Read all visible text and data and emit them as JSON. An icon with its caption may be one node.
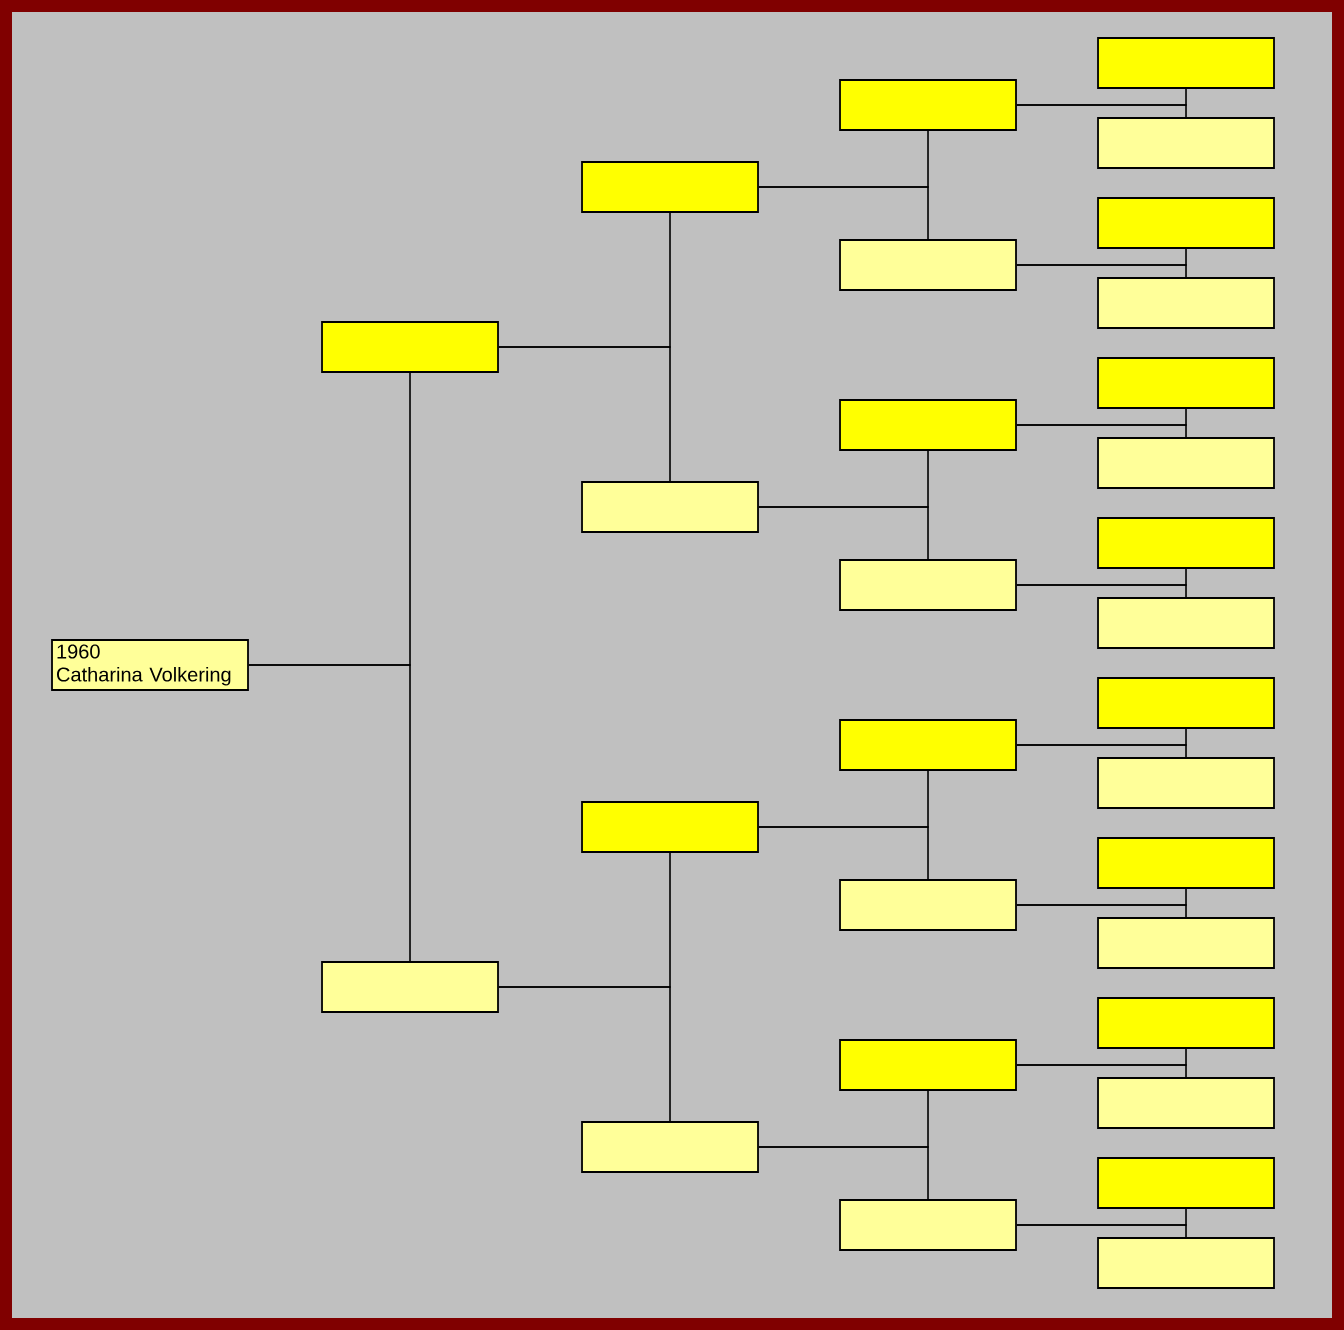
{
  "diagram": {
    "nodes": [
      {
        "text": [
          "1960",
          "Catharina Volkering"
        ]
      },
      {
        "text": [],
        "shape": "box"
      },
      {
        "text": [],
        "shape": "box"
      },
      {
        "text": [],
        "shape": "box"
      },
      {
        "text": [],
        "shape": "box"
      },
      {
        "text": [],
        "shape": "box"
      },
      {
        "text": [],
        "shape": "box"
      },
      {
        "text": [],
        "shape": "box"
      },
      {
        "text": [],
        "shape": "box"
      },
      {
        "text": [],
        "shape": "box"
      },
      {
        "text": [],
        "shape": "box"
      },
      {
        "text": [],
        "shape": "box"
      },
      {
        "text": [],
        "shape": "box"
      },
      {
        "text": [],
        "shape": "box"
      },
      {
        "text": [],
        "shape": "box"
      },
      {
        "text": [],
        "shape": "box"
      },
      {
        "text": [],
        "shape": "box"
      },
      {
        "text": [],
        "shape": "box"
      },
      {
        "text": [],
        "shape": "box"
      },
      {
        "text": [],
        "shape": "box"
      },
      {
        "text": [],
        "shape": "box"
      },
      {
        "text": [],
        "shape": "box"
      },
      {
        "text": [],
        "shape": "box"
      },
      {
        "text": [],
        "shape": "box"
      },
      {
        "text": [],
        "shape": "box"
      },
      {
        "text": [],
        "shape": "box"
      },
      {
        "text": [],
        "shape": "box"
      },
      {
        "text": [],
        "shape": "box"
      },
      {
        "text": [],
        "shape": "box"
      },
      {
        "text": [],
        "shape": "box"
      },
      {
        "text": [],
        "shape": "box"
      }
    ],
    "edges": [
      {
        "from": 0,
        "to": 1,
        "arrow": "none"
      },
      {
        "from": 0,
        "to": 2,
        "arrow": "none"
      },
      {
        "from": 1,
        "to": 3,
        "arrow": "none"
      },
      {
        "from": 1,
        "to": 4,
        "arrow": "none"
      },
      {
        "from": 2,
        "to": 5,
        "arrow": "none"
      },
      {
        "from": 2,
        "to": 6,
        "arrow": "none"
      },
      {
        "from": 3,
        "to": 7,
        "arrow": "none"
      },
      {
        "from": 3,
        "to": 8,
        "arrow": "none"
      },
      {
        "from": 4,
        "to": 9,
        "arrow": "none"
      },
      {
        "from": 4,
        "to": 10,
        "arrow": "none"
      },
      {
        "from": 5,
        "to": 11,
        "arrow": "none"
      },
      {
        "from": 5,
        "to": 12,
        "arrow": "none"
      },
      {
        "from": 6,
        "to": 13,
        "arrow": "none"
      },
      {
        "from": 6,
        "to": 14,
        "arrow": "none"
      },
      {
        "from": 7,
        "to": 15,
        "arrow": "none"
      },
      {
        "from": 7,
        "to": 16,
        "arrow": "none"
      },
      {
        "from": 8,
        "to": 17,
        "arrow": "none"
      },
      {
        "from": 8,
        "to": 18,
        "arrow": "none"
      },
      {
        "from": 9,
        "to": 19,
        "arrow": "none"
      },
      {
        "from": 9,
        "to": 20,
        "arrow": "none"
      },
      {
        "from": 10,
        "to": 21,
        "arrow": "none"
      },
      {
        "from": 10,
        "to": 22,
        "arrow": "none"
      },
      {
        "from": 11,
        "to": 23,
        "arrow": "none"
      },
      {
        "from": 11,
        "to": 24,
        "arrow": "none"
      },
      {
        "from": 12,
        "to": 25,
        "arrow": "none"
      },
      {
        "from": 12,
        "to": 26,
        "arrow": "none"
      },
      {
        "from": 13,
        "to": 27,
        "arrow": "none"
      },
      {
        "from": 13,
        "to": 28,
        "arrow": "none"
      },
      {
        "from": 14,
        "to": 29,
        "arrow": "none"
      },
      {
        "from": 14,
        "to": 30,
        "arrow": "none"
      }
    ]
  }
}
